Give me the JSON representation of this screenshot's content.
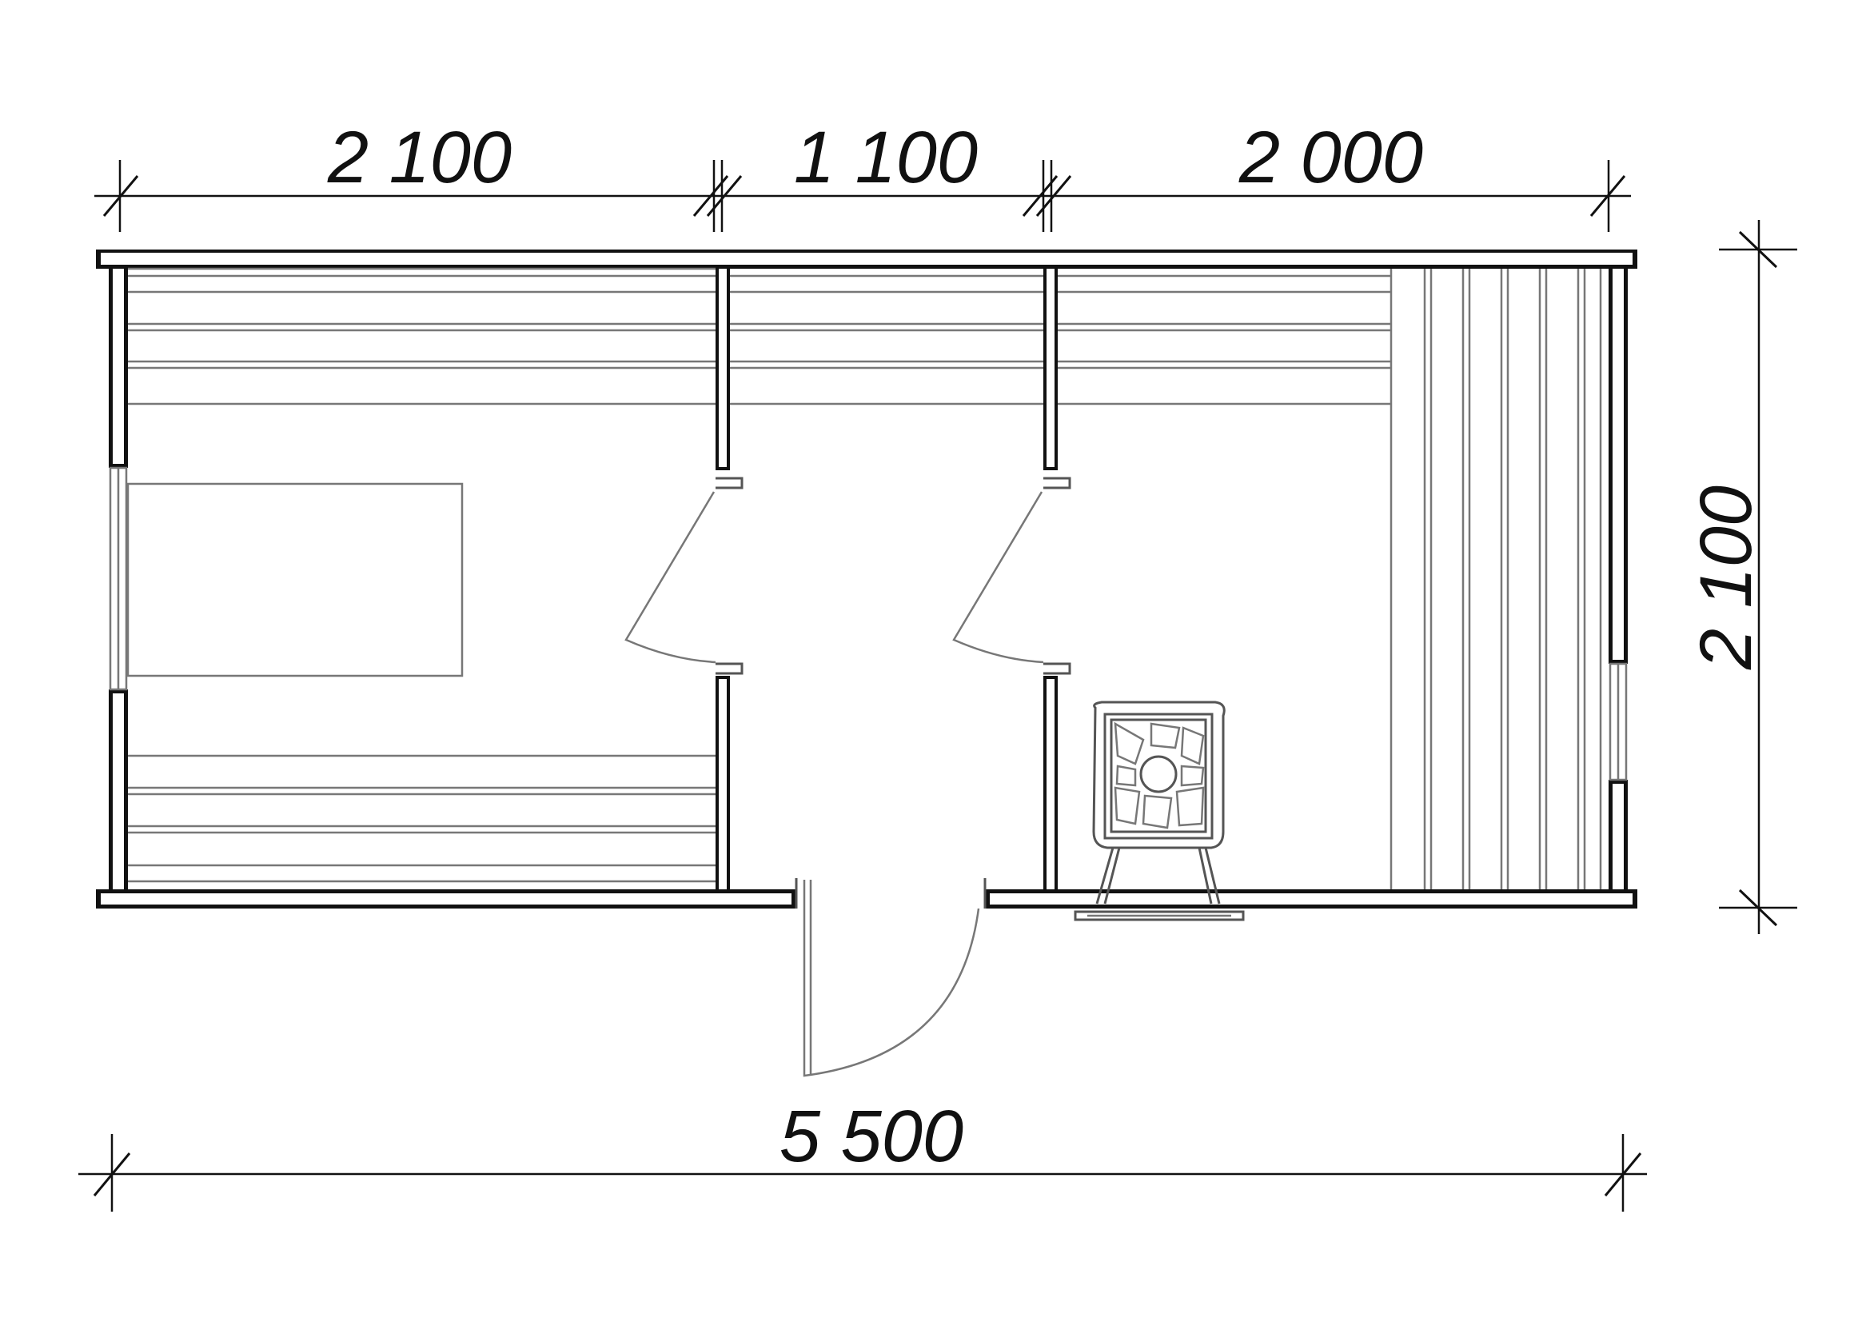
{
  "dimensions": {
    "room_1_width": "2 100",
    "room_2_width": "1 100",
    "room_3_width": "2 000",
    "total_length": "5 500",
    "depth": "2 100"
  },
  "colors": {
    "wall": "#111111",
    "furniture_line": "#777777",
    "background": "#ffffff"
  }
}
